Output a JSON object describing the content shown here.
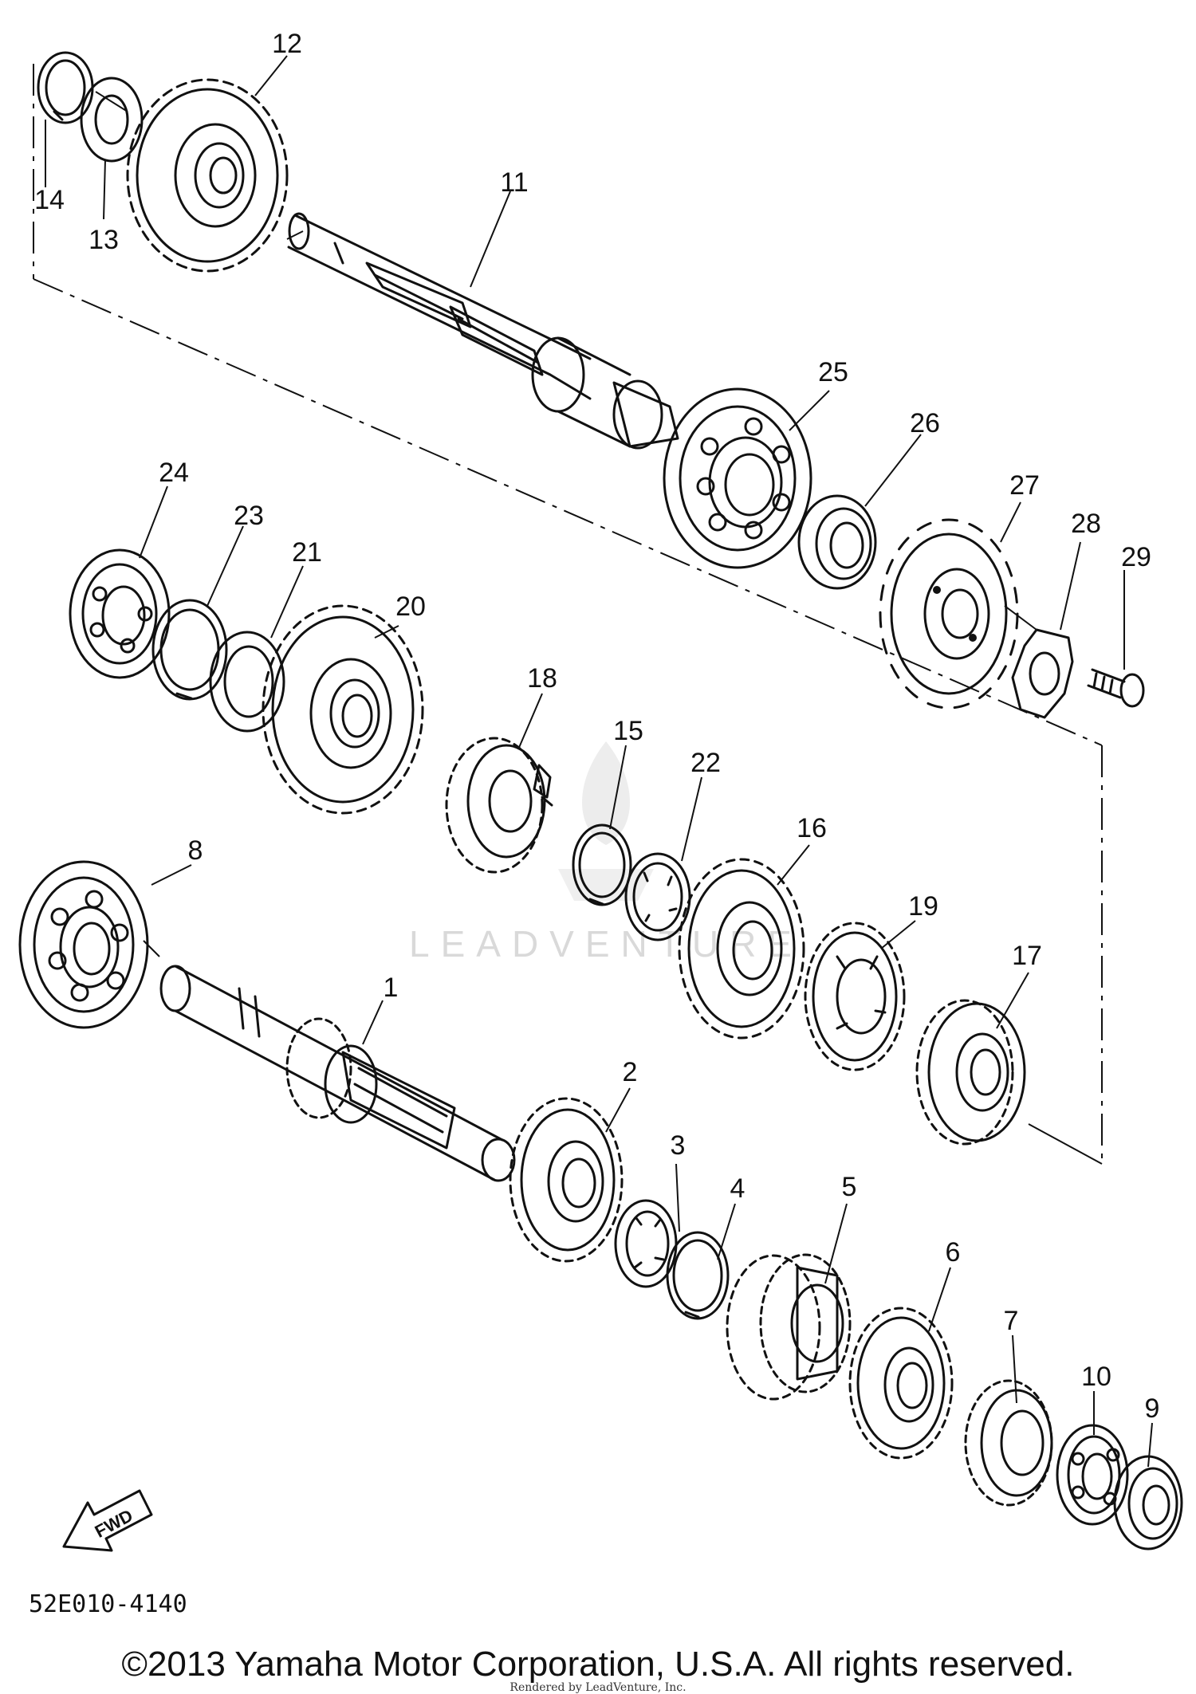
{
  "diagram": {
    "part_code": "52E010-4140",
    "copyright": "©2013 Yamaha Motor Corporation, U.S.A. All rights reserved.",
    "rendered_by": "Rendered by LeadVenture, Inc.",
    "watermark": "LEADVENTURE",
    "fwd_label": "FWD",
    "callouts": [
      {
        "id": "c1",
        "label": "1"
      },
      {
        "id": "c2",
        "label": "2"
      },
      {
        "id": "c3",
        "label": "3"
      },
      {
        "id": "c4",
        "label": "4"
      },
      {
        "id": "c5",
        "label": "5"
      },
      {
        "id": "c6",
        "label": "6"
      },
      {
        "id": "c7",
        "label": "7"
      },
      {
        "id": "c8",
        "label": "8"
      },
      {
        "id": "c9",
        "label": "9"
      },
      {
        "id": "c10",
        "label": "10"
      },
      {
        "id": "c11",
        "label": "11"
      },
      {
        "id": "c12",
        "label": "12"
      },
      {
        "id": "c13",
        "label": "13"
      },
      {
        "id": "c14",
        "label": "14"
      },
      {
        "id": "c15",
        "label": "15"
      },
      {
        "id": "c16",
        "label": "16"
      },
      {
        "id": "c17",
        "label": "17"
      },
      {
        "id": "c18",
        "label": "18"
      },
      {
        "id": "c19",
        "label": "19"
      },
      {
        "id": "c20",
        "label": "20"
      },
      {
        "id": "c21",
        "label": "21"
      },
      {
        "id": "c22",
        "label": "22"
      },
      {
        "id": "c23",
        "label": "23"
      },
      {
        "id": "c24",
        "label": "24"
      },
      {
        "id": "c25",
        "label": "25"
      },
      {
        "id": "c26",
        "label": "26"
      },
      {
        "id": "c27",
        "label": "27"
      },
      {
        "id": "c28",
        "label": "28"
      },
      {
        "id": "c29",
        "label": "29"
      }
    ]
  }
}
